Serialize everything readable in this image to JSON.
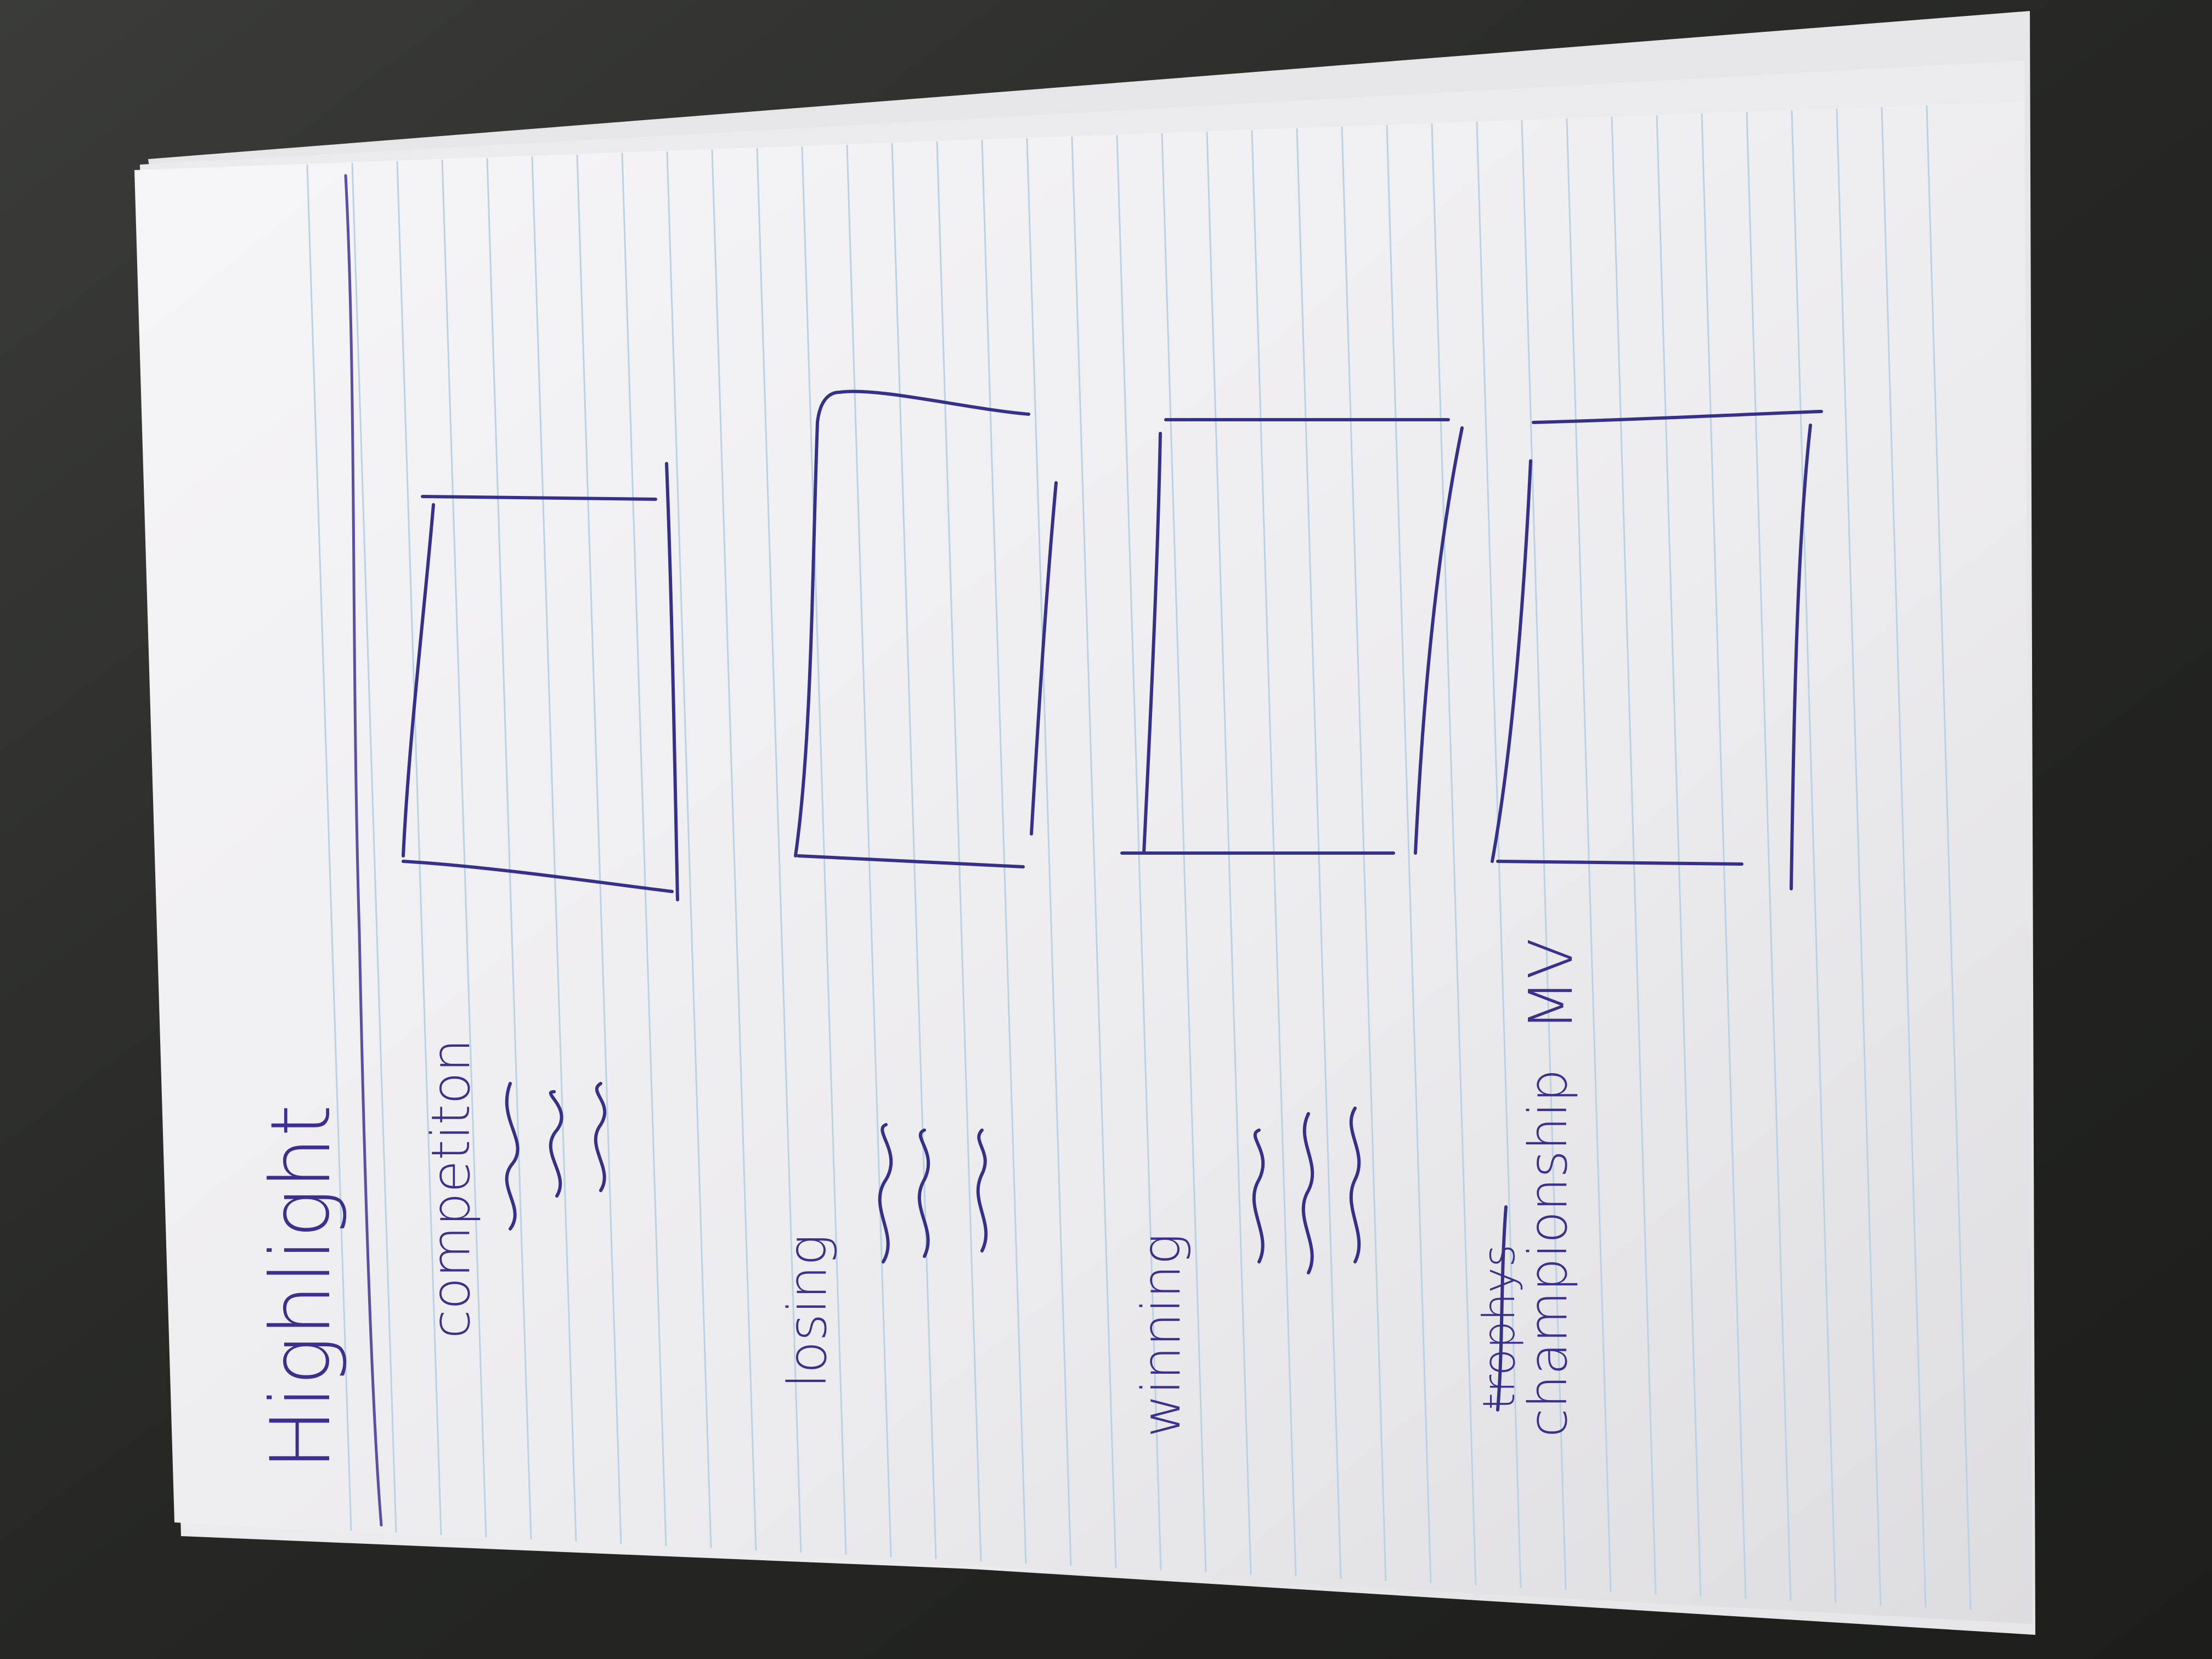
{
  "photo": {
    "subject": "lined-notebook-wireframe-sketch",
    "colors": {
      "desk": "#2b2c2a",
      "paper": "#f3f2f4",
      "paper_shadow": "#dcdcde",
      "rule_line": "#b9d3e3",
      "margin_line": "#5a4fa3",
      "ink": "#35308a"
    }
  },
  "sketch": {
    "title": "Highlight",
    "sections": [
      {
        "label": "competiton"
      },
      {
        "label": "losing"
      },
      {
        "label": "winning"
      },
      {
        "label": "championship",
        "struck_word": "trophys",
        "extra_label": "MV"
      }
    ]
  }
}
